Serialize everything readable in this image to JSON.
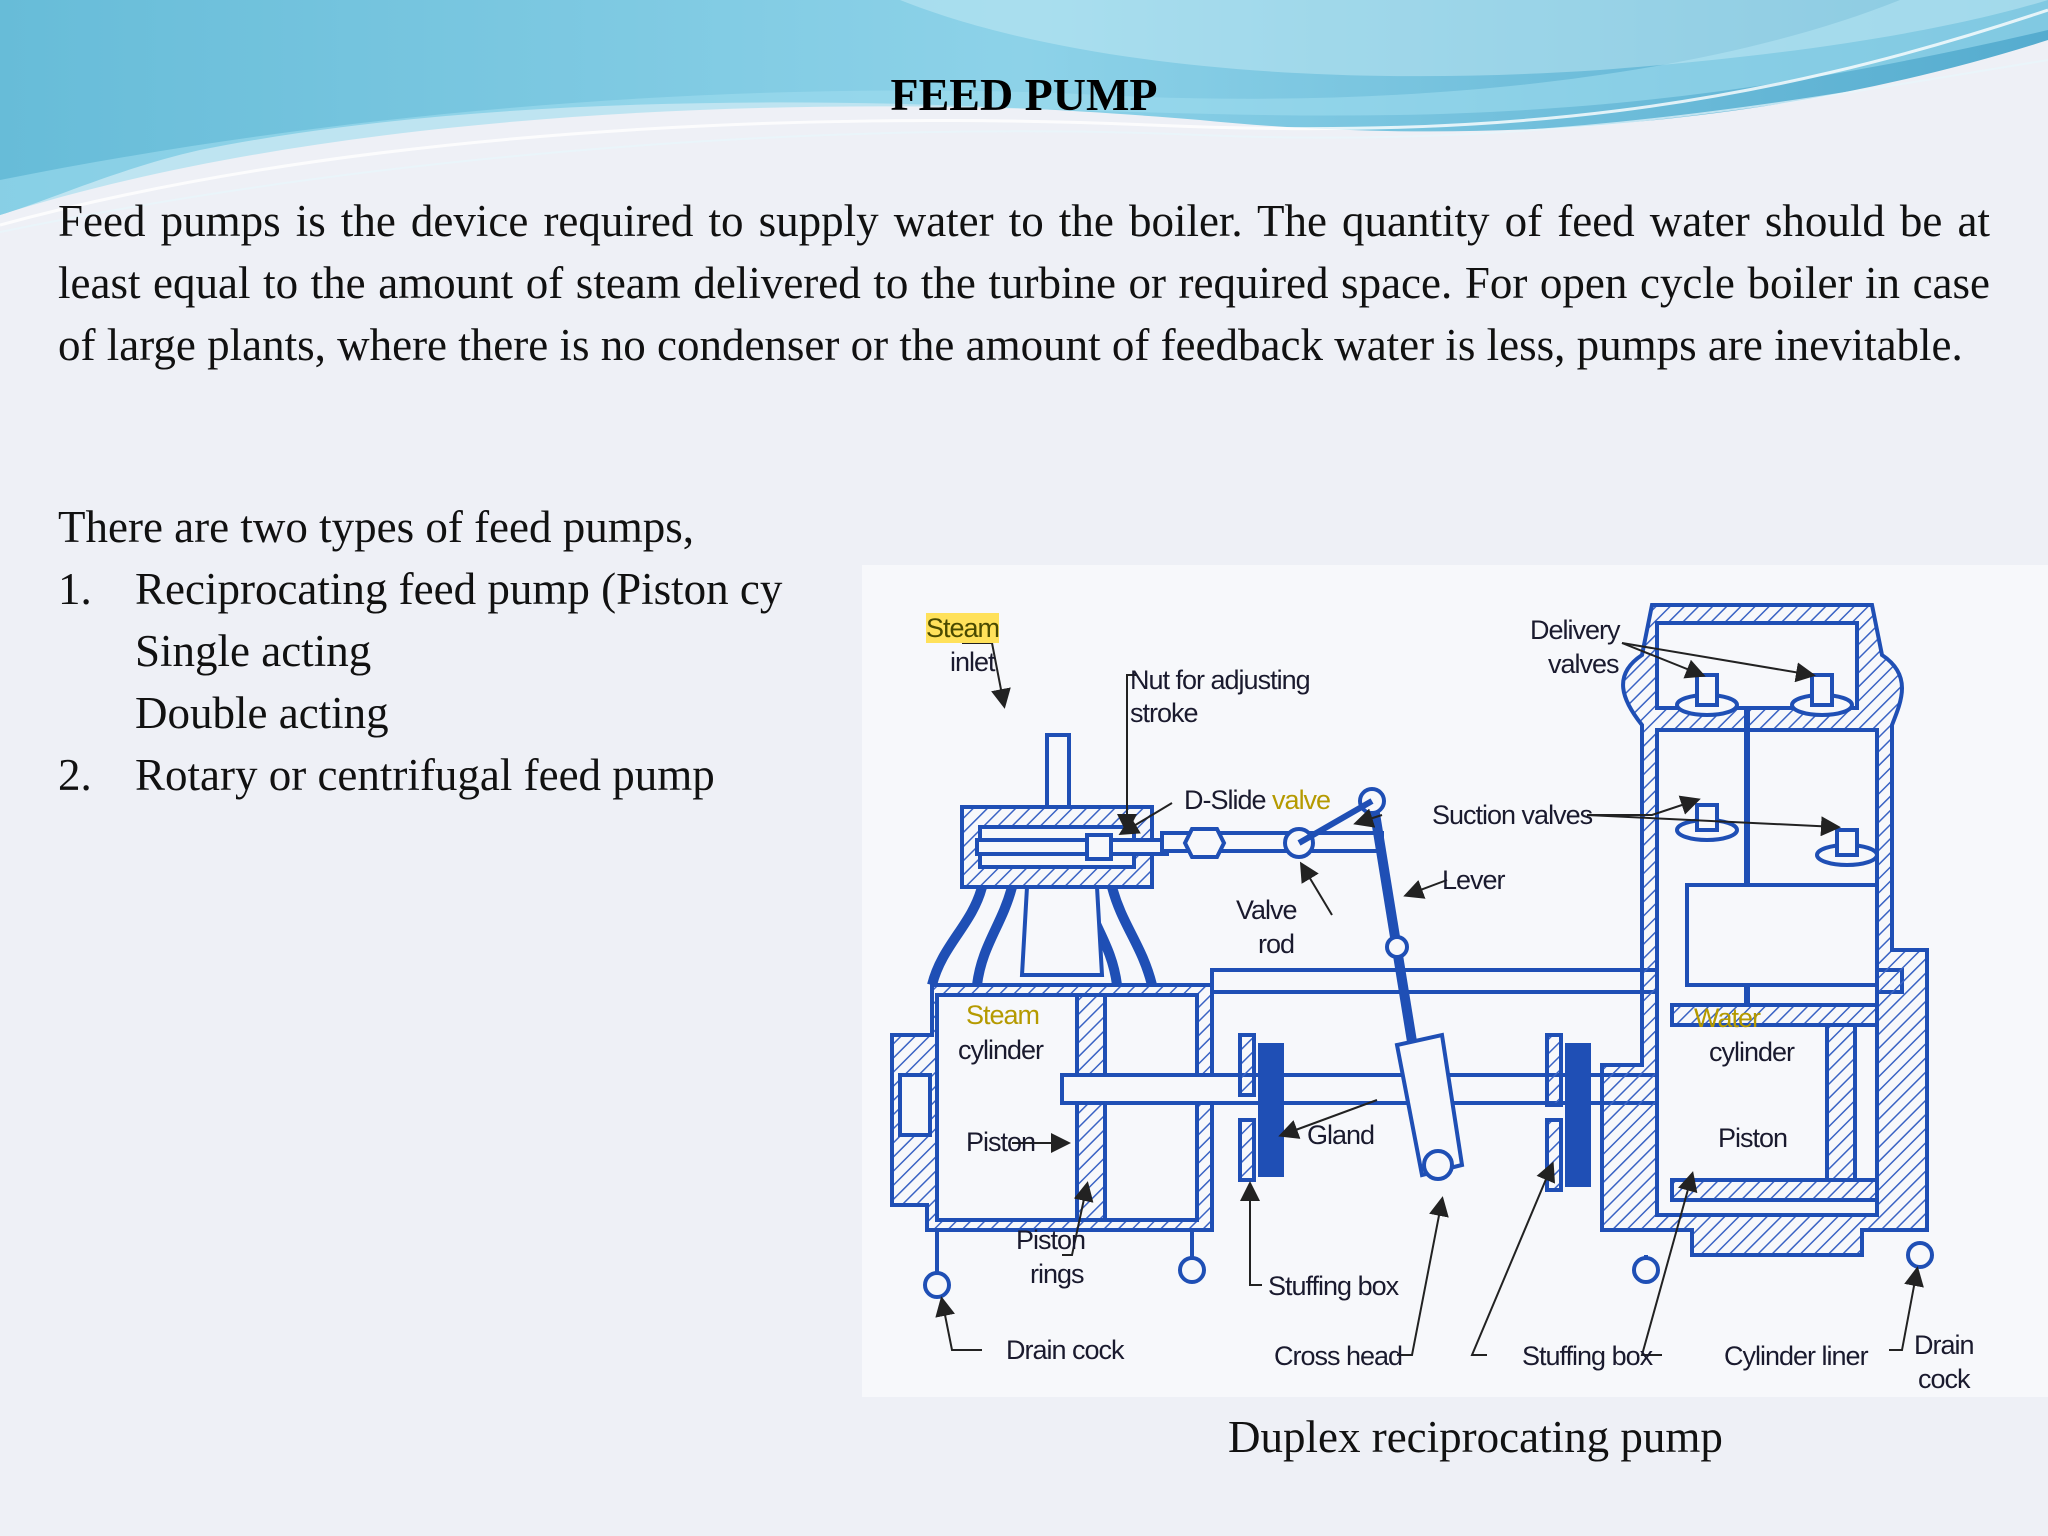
{
  "slide": {
    "title": "FEED PUMP",
    "paragraph": "Feed pumps is the device required to supply water to the boiler. The quantity of feed water should be at least equal to the amount of steam delivered to the turbine or required space. For open cycle boiler in case of large plants, where there is no condenser or the amount of feedback water is less, pumps are inevitable.",
    "intro": "There are two types of feed pumps,",
    "list": [
      {
        "num": "1.",
        "text": "Reciprocating feed pump (Piston cy"
      },
      {
        "num": "",
        "text": "Single acting"
      },
      {
        "num": "",
        "text": "Double acting"
      },
      {
        "num": "2.",
        "text": "Rotary or centrifugal feed pump"
      }
    ],
    "caption": "Duplex reciprocating pump"
  },
  "diagram": {
    "labels": {
      "steam": "Steam",
      "inlet": "inlet",
      "nut1": "Nut for adjusting",
      "nut2": "stroke",
      "dslide": "D-Slide",
      "valve": "valve",
      "delivery1": "Delivery",
      "delivery2": "valves",
      "suction": "Suction valves",
      "lever": "Lever",
      "valverod1": "Valve",
      "valverod2": "rod",
      "steamcyl1": "Steam",
      "steamcyl2": "cylinder",
      "watercyl1": "Water",
      "watercyl2": "cylinder",
      "piston_left": "Piston",
      "piston_right": "Piston",
      "gland": "Gland",
      "pistonrings1": "Piston",
      "pistonrings2": "rings",
      "stuffing1": "Stuffing box",
      "drain_left": "Drain cock",
      "crosshead": "Cross head",
      "stuffing2": "Stuffing box",
      "liner": "Cylinder liner",
      "drain_right1": "Drain",
      "drain_right2": "cock"
    },
    "colors": {
      "outline": "#1f4fb5",
      "hatch": "#3a63c4",
      "highlight": "#ffe15a"
    }
  }
}
